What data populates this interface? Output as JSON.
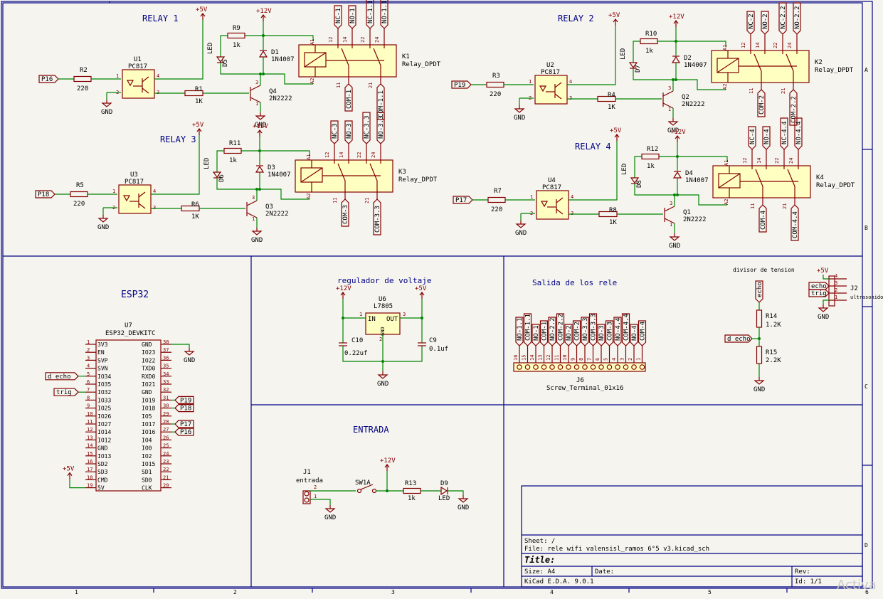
{
  "sheet": {
    "sections": {
      "relay1": "RELAY 1",
      "relay2": "RELAY 2",
      "relay3": "RELAY 3",
      "relay4": "RELAY 4",
      "esp32": "ESP32",
      "regulator": "regulador de voltaje",
      "outputs": "Salida de los rele",
      "input": "ENTRADA",
      "divider": "divisor de tension"
    },
    "relays": [
      {
        "ref": "K1",
        "value": "Relay_DPDT",
        "coil_pins": [
          "A1",
          "A2"
        ],
        "pins": [
          "12",
          "14",
          "22",
          "24",
          "11",
          "21"
        ],
        "nets_top": [
          "NC-1",
          "NO-1",
          "NC-1.1",
          "NO-1.1"
        ],
        "nets_bottom": [
          "COM-1",
          "COM-1.1"
        ],
        "input_net": "P16",
        "opto": {
          "ref": "U1",
          "value": "PC817"
        },
        "in_res": {
          "ref": "R2",
          "value": "220"
        },
        "base_res": {
          "ref": "R1",
          "value": "1K"
        },
        "led_res": {
          "ref": "R9",
          "value": "1k"
        },
        "led": {
          "ref": "D5",
          "value": "LED"
        },
        "diode": {
          "ref": "D1",
          "value": "1N4007"
        },
        "transistor": {
          "ref": "Q4",
          "value": "2N2222"
        }
      },
      {
        "ref": "K2",
        "value": "Relay_DPDT",
        "coil_pins": [
          "A1",
          "A2"
        ],
        "pins": [
          "12",
          "14",
          "22",
          "24",
          "11",
          "21"
        ],
        "nets_top": [
          "NC-2",
          "NO-2",
          "NC-2.2",
          "NO-2.2"
        ],
        "nets_bottom": [
          "COM-2",
          "COM-2.2"
        ],
        "input_net": "P19",
        "opto": {
          "ref": "U2",
          "value": "PC817"
        },
        "in_res": {
          "ref": "R3",
          "value": "220"
        },
        "base_res": {
          "ref": "R4",
          "value": "1K"
        },
        "led_res": {
          "ref": "R10",
          "value": "1k"
        },
        "led": {
          "ref": "D7",
          "value": "LED"
        },
        "diode": {
          "ref": "D2",
          "value": "1N4007"
        },
        "transistor": {
          "ref": "Q2",
          "value": "2N2222"
        }
      },
      {
        "ref": "K3",
        "value": "Relay_DPDT",
        "coil_pins": [
          "A1",
          "A2"
        ],
        "pins": [
          "12",
          "14",
          "22",
          "24",
          "11",
          "21"
        ],
        "nets_top": [
          "NC-3",
          "NO-3",
          "NC-3.3",
          "NO-3.3"
        ],
        "nets_bottom": [
          "COM-3",
          "COM-3.3"
        ],
        "input_net": "P18",
        "opto": {
          "ref": "U3",
          "value": "PC817"
        },
        "in_res": {
          "ref": "R5",
          "value": "220"
        },
        "base_res": {
          "ref": "R6",
          "value": "1K"
        },
        "led_res": {
          "ref": "R11",
          "value": "1k"
        },
        "led": {
          "ref": "D6",
          "value": "LED"
        },
        "diode": {
          "ref": "D3",
          "value": "1N4007"
        },
        "transistor": {
          "ref": "Q3",
          "value": "2N2222"
        }
      },
      {
        "ref": "K4",
        "value": "Relay_DPDT",
        "coil_pins": [
          "A1",
          "A2"
        ],
        "pins": [
          "12",
          "14",
          "22",
          "24",
          "11",
          "21"
        ],
        "nets_top": [
          "NC-4",
          "NO-4",
          "NC-4.4",
          "NO-4.4"
        ],
        "nets_bottom": [
          "COM-4",
          "COM-4.4"
        ],
        "input_net": "P17",
        "opto": {
          "ref": "U4",
          "value": "PC817"
        },
        "in_res": {
          "ref": "R7",
          "value": "220"
        },
        "base_res": {
          "ref": "R8",
          "value": "1K"
        },
        "led_res": {
          "ref": "R12",
          "value": "1k"
        },
        "led": {
          "ref": "D8",
          "value": "LED"
        },
        "diode": {
          "ref": "D4",
          "value": "1N4007"
        },
        "transistor": {
          "ref": "Q1",
          "value": "2N2222"
        }
      }
    ],
    "power": {
      "p5": "+5V",
      "p12": "+12V",
      "gnd": "GND"
    },
    "opto_pins": [
      "1",
      "2",
      "3",
      "4"
    ],
    "transistor_pins": [
      "1",
      "2",
      "3"
    ],
    "esp32": {
      "ref": "U7",
      "value": "ESP32_DEVKITC",
      "left": [
        {
          "num": "1",
          "name": "3V3"
        },
        {
          "num": "2",
          "name": "EN"
        },
        {
          "num": "3",
          "name": "SVP"
        },
        {
          "num": "4",
          "name": "SVN"
        },
        {
          "num": "5",
          "name": "IO34",
          "net": "d echo"
        },
        {
          "num": "6",
          "name": "IO35"
        },
        {
          "num": "7",
          "name": "IO32",
          "net": "trig"
        },
        {
          "num": "8",
          "name": "IO33"
        },
        {
          "num": "9",
          "name": "IO25"
        },
        {
          "num": "10",
          "name": "IO26"
        },
        {
          "num": "11",
          "name": "IO27"
        },
        {
          "num": "12",
          "name": "IO14"
        },
        {
          "num": "13",
          "name": "IO12"
        },
        {
          "num": "14",
          "name": "GND"
        },
        {
          "num": "15",
          "name": "IO13"
        },
        {
          "num": "16",
          "name": "SD2"
        },
        {
          "num": "17",
          "name": "SD3"
        },
        {
          "num": "18",
          "name": "CMD"
        },
        {
          "num": "19",
          "name": "5V",
          "net": "+5V"
        }
      ],
      "right": [
        {
          "num": "38",
          "name": "GND",
          "net": "GND"
        },
        {
          "num": "37",
          "name": "IO23"
        },
        {
          "num": "36",
          "name": "IO22"
        },
        {
          "num": "35",
          "name": "TXD0"
        },
        {
          "num": "34",
          "name": "RXD0"
        },
        {
          "num": "33",
          "name": "IO21"
        },
        {
          "num": "32",
          "name": "GND"
        },
        {
          "num": "31",
          "name": "IO19",
          "net": "P19"
        },
        {
          "num": "30",
          "name": "IO18",
          "net": "P18"
        },
        {
          "num": "29",
          "name": "IO5"
        },
        {
          "num": "28",
          "name": "IO17",
          "net": "P17"
        },
        {
          "num": "27",
          "name": "IO16",
          "net": "P16"
        },
        {
          "num": "26",
          "name": "IO4"
        },
        {
          "num": "25",
          "name": "IO0"
        },
        {
          "num": "24",
          "name": "IO2"
        },
        {
          "num": "23",
          "name": "IO15"
        },
        {
          "num": "22",
          "name": "SD1"
        },
        {
          "num": "21",
          "name": "SD0"
        },
        {
          "num": "20",
          "name": "CLK"
        }
      ]
    },
    "regulator": {
      "ref": "U6",
      "value": "L7805",
      "pins": {
        "in": "IN",
        "out": "OUT",
        "gnd": "GND",
        "n1": "1",
        "n2": "2",
        "n3": "3"
      },
      "c_in": {
        "ref": "C10",
        "value": "0.22uf"
      },
      "c_out": {
        "ref": "C9",
        "value": "0.1uf"
      },
      "vin": "+12V",
      "vout": "+5V",
      "gnd": "GND"
    },
    "terminal": {
      "ref": "J6",
      "value": "Screw_Terminal_01x16",
      "nets": [
        "NO-1.1",
        "COM-1.1",
        "NO-1",
        "COM-1",
        "NO-2.2",
        "COM-2.2",
        "NO-2",
        "COM-2",
        "NO-3.3",
        "COM-3.3",
        "NO-3",
        "COM-3",
        "NO-4.4",
        "COM-4.4",
        "NO-4",
        "COM-4"
      ],
      "pins": [
        "16",
        "15",
        "14",
        "13",
        "12",
        "11",
        "10",
        "9",
        "8",
        "7",
        "6",
        "5",
        "4",
        "3",
        "2",
        "1"
      ]
    },
    "divider": {
      "top_net": "echo",
      "mid_net": "d echo",
      "r_top": {
        "ref": "R14",
        "value": "1.2K"
      },
      "r_bot": {
        "ref": "R15",
        "value": "2.2K"
      },
      "gnd": "GND"
    },
    "sensor_conn": {
      "ref": "J2",
      "value": "ultrasonido",
      "pins": [
        {
          "num": "4",
          "net": "+5V"
        },
        {
          "num": "3",
          "net": "echo"
        },
        {
          "num": "2",
          "net": "trig"
        },
        {
          "num": "1",
          "net": "GND"
        }
      ]
    },
    "input": {
      "conn": {
        "ref": "J1",
        "value": "entrada",
        "pins": [
          "2",
          "1"
        ]
      },
      "switch": {
        "ref": "SW1A"
      },
      "res": {
        "ref": "R13",
        "value": "1k"
      },
      "led": {
        "ref": "D9",
        "value": "LED"
      },
      "vcc": "+12V",
      "gnd": "GND"
    },
    "frame": {
      "cols": [
        "1",
        "2",
        "3",
        "4",
        "5",
        "6"
      ],
      "rows": [
        "A",
        "B",
        "C",
        "D"
      ]
    },
    "title_block": {
      "sheet": "Sheet: /",
      "file": "File: rele wifi valensisl_ramos 6°5 v3.kicad_sch",
      "title": "Title:",
      "size": "Size: A4",
      "date": "Date:",
      "rev": "Rev:",
      "tool": "KiCad E.D.A. 9.0.1",
      "id": "Id: 1/1"
    },
    "watermark": "Activa"
  }
}
